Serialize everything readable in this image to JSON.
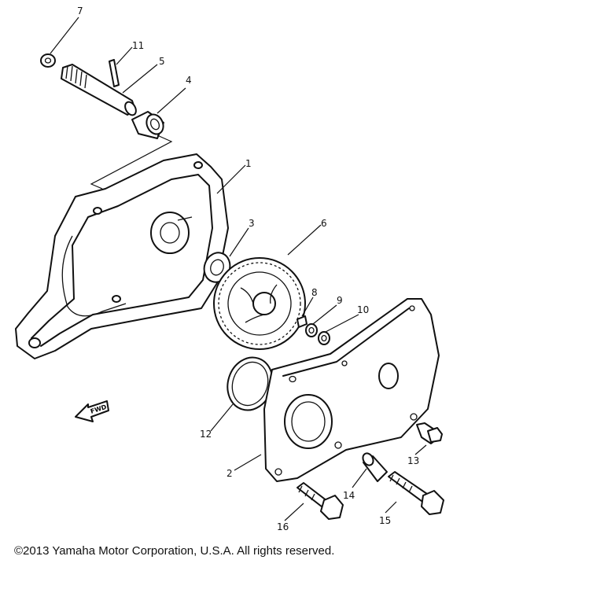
{
  "parts": [
    {
      "id": "1",
      "label": "1"
    },
    {
      "id": "2",
      "label": "2"
    },
    {
      "id": "3",
      "label": "3"
    },
    {
      "id": "4",
      "label": "4"
    },
    {
      "id": "5",
      "label": "5"
    },
    {
      "id": "6",
      "label": "6"
    },
    {
      "id": "7",
      "label": "7"
    },
    {
      "id": "8",
      "label": "8"
    },
    {
      "id": "9",
      "label": "9"
    },
    {
      "id": "10",
      "label": "10"
    },
    {
      "id": "11",
      "label": "11"
    },
    {
      "id": "12",
      "label": "12"
    },
    {
      "id": "13",
      "label": "13"
    },
    {
      "id": "14",
      "label": "14"
    },
    {
      "id": "15",
      "label": "15"
    },
    {
      "id": "16",
      "label": "16"
    }
  ],
  "front_arrow": {
    "text": "FWD"
  },
  "copyright": "©2013 Yamaha Motor Corporation, U.S.A. All rights reserved."
}
